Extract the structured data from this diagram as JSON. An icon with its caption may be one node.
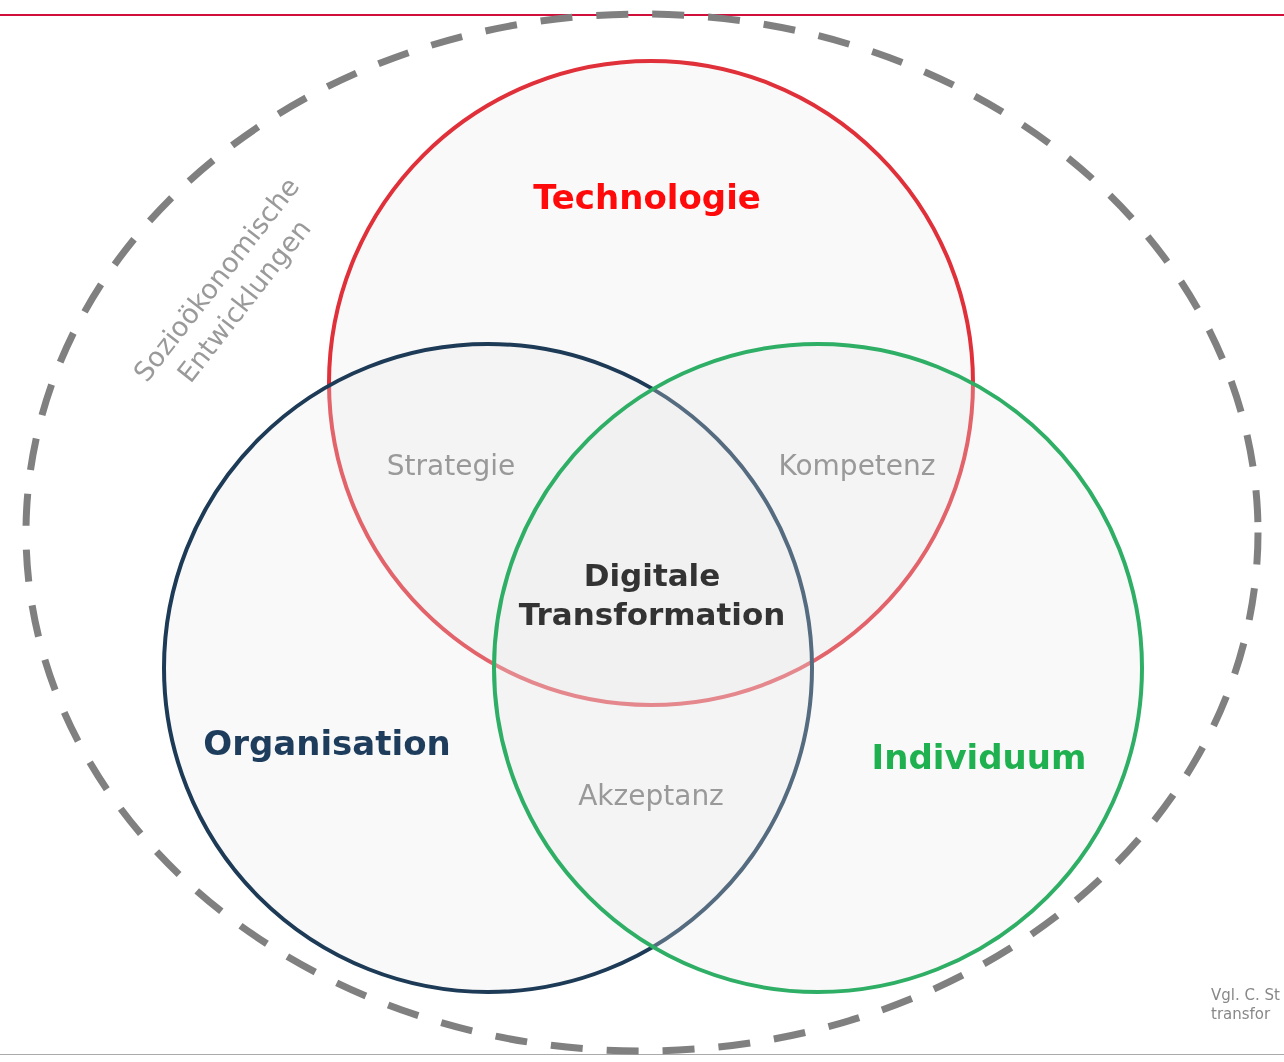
{
  "diagram": {
    "nodes": [
      {
        "text": [
          "Sozioökonomische Entwicklungen"
        ]
      },
      {
        "text": [
          "Technologie"
        ],
        "in": 0
      },
      {
        "text": [
          "Organisation"
        ],
        "in": 0
      },
      {
        "text": [
          "Individuum"
        ],
        "in": 0
      }
    ],
    "labels": [
      "Strategie",
      "Kompetenz",
      "Digitale Transformation",
      "Akzeptanz",
      "Vgl. C. St transfor"
    ]
  }
}
